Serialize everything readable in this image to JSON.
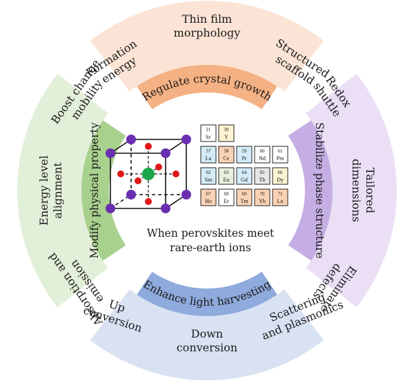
{
  "center": {
    "title_line1": "When perovskites meet",
    "title_line2": "rare-earth ions",
    "title_color": "#b01818"
  },
  "sectors": {
    "top": {
      "band_label": "Regulate crystal growth",
      "items": [
        {
          "lines": [
            "Formation",
            "energy"
          ]
        },
        {
          "lines": [
            "Thin film",
            "morphology"
          ]
        },
        {
          "lines": [
            "Structured",
            "scaffold"
          ]
        }
      ],
      "outer_color": "#fbe4d5",
      "band_color": "#f4b183"
    },
    "right": {
      "band_label": "Stabilize phase structure",
      "items": [
        {
          "lines": [
            "Redox",
            "shuttle"
          ]
        },
        {
          "lines": [
            "Tailored",
            "dimensions"
          ]
        },
        {
          "lines": [
            "Eliminate",
            "defects"
          ]
        }
      ],
      "outer_color": "#eadff5",
      "band_color": "#c5aee3"
    },
    "bottom": {
      "band_label": "Enhance light harvesting",
      "items": [
        {
          "lines": [
            "Up",
            "conversion"
          ]
        },
        {
          "lines": [
            "Down",
            "conversion"
          ]
        },
        {
          "lines": [
            "Scattering",
            "and plasmonics"
          ]
        }
      ],
      "outer_color": "#d9e2f2",
      "band_color": "#8faadc"
    },
    "left": {
      "band_label": "Modify physical property",
      "items": [
        {
          "lines": [
            "Boost change",
            "mobility"
          ]
        },
        {
          "lines": [
            "Energy level",
            "alignment"
          ]
        },
        {
          "lines": [
            "Absorption and",
            "emission"
          ]
        }
      ],
      "outer_color": "#e2efd9",
      "band_color": "#a9d18e"
    }
  },
  "periodic_table": {
    "colors": {
      "white": "#ffffff",
      "yellow": "#fcf3d2",
      "blue": "#d4ecf7",
      "orange": "#f9d2b5",
      "green": "#e7f1de",
      "gray": "#e6e6e6"
    },
    "rows": [
      [
        {
          "num": "21",
          "sym": "Sc",
          "color": "white"
        },
        {
          "num": "39",
          "sym": "Y",
          "color": "yellow"
        }
      ],
      [
        {
          "num": "57",
          "sym": "La",
          "color": "blue"
        },
        {
          "num": "58",
          "sym": "Ce",
          "color": "orange"
        },
        {
          "num": "59",
          "sym": "Pr",
          "color": "blue"
        },
        {
          "num": "60",
          "sym": "Nd",
          "color": "white"
        },
        {
          "num": "61",
          "sym": "Pm",
          "color": "white"
        }
      ],
      [
        {
          "num": "62",
          "sym": "Sm",
          "color": "blue"
        },
        {
          "num": "63",
          "sym": "Eu",
          "color": "green"
        },
        {
          "num": "64",
          "sym": "Gd",
          "color": "blue"
        },
        {
          "num": "65",
          "sym": "Tb",
          "color": "gray"
        },
        {
          "num": "66",
          "sym": "Dy",
          "color": "yellow"
        }
      ],
      [
        {
          "num": "67",
          "sym": "Ho",
          "color": "orange"
        },
        {
          "num": "68",
          "sym": "Er",
          "color": "white"
        },
        {
          "num": "69",
          "sym": "Tm",
          "color": "orange"
        },
        {
          "num": "70",
          "sym": "Yb",
          "color": "orange"
        },
        {
          "num": "71",
          "sym": "Lu",
          "color": "orange"
        }
      ]
    ]
  },
  "crystal": {
    "a_site_color": "#6a2fb0",
    "x_site_color": "#e01818",
    "b_site_color": "#1aa64a"
  }
}
